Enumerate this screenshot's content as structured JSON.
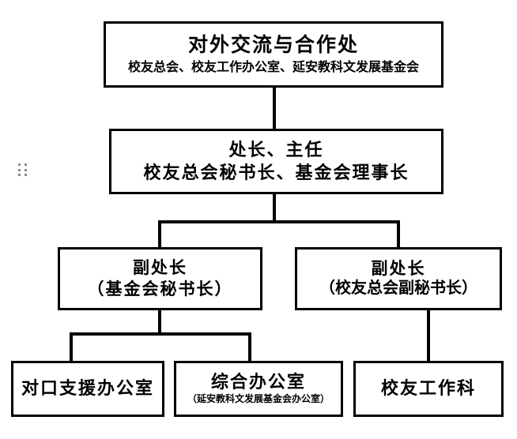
{
  "diagram": {
    "type": "org-chart",
    "colors": {
      "border": "#000000",
      "background": "#ffffff",
      "text": "#000000",
      "artifact": "#8a8a8a"
    },
    "nodes": {
      "department": {
        "title": "对外交流与合作处",
        "subtitle": "校友总会、校友工作办公室、延安教科文发展基金会"
      },
      "head": {
        "line1": "处长、主任",
        "line2": "校友总会秘书长、基金会理事长"
      },
      "vice_left": {
        "line1": "副处长",
        "line2": "（基金会秘书长）"
      },
      "vice_right": {
        "line1": "副处长",
        "line2": "（校友总会副秘书长）"
      },
      "support_office": {
        "title": "对口支援办公室"
      },
      "general_office": {
        "title": "综合办公室",
        "subtitle": "（延安教科文发展基金会办公室）"
      },
      "alumni_section": {
        "title": "校友工作科"
      }
    },
    "edges": [
      {
        "from": "department",
        "to": "head"
      },
      {
        "from": "head",
        "to": "vice_left"
      },
      {
        "from": "head",
        "to": "vice_right"
      },
      {
        "from": "vice_left",
        "to": "support_office"
      },
      {
        "from": "vice_left",
        "to": "general_office"
      },
      {
        "from": "vice_right",
        "to": "alumni_section"
      }
    ]
  }
}
